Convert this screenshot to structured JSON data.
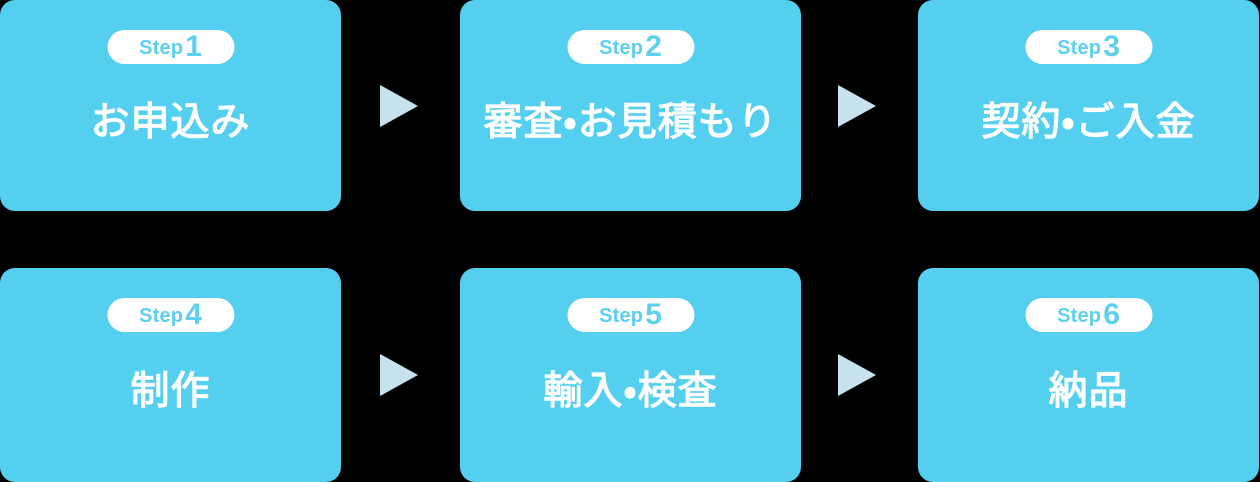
{
  "meta": {
    "background_color": "#000000",
    "card_color": "#55cfef",
    "badge_background": "#ffffff",
    "badge_text_color": "#5ecfef",
    "title_color": "#ffffff",
    "arrow_color": "#c5e2ee"
  },
  "flow": {
    "steps": [
      {
        "badge_word": "Step",
        "badge_number": "1",
        "title": "お申込み"
      },
      {
        "badge_word": "Step",
        "badge_number": "2",
        "title": "審査・お見積もり"
      },
      {
        "badge_word": "Step",
        "badge_number": "3",
        "title": "契約・ご入金"
      },
      {
        "badge_word": "Step",
        "badge_number": "4",
        "title": "制作"
      },
      {
        "badge_word": "Step",
        "badge_number": "5",
        "title": "輸入・検査"
      },
      {
        "badge_word": "Step",
        "badge_number": "6",
        "title": "納品"
      }
    ],
    "arrows": [
      {
        "name": "arrow-step1-to-step2",
        "direction": "right"
      },
      {
        "name": "arrow-step2-to-step3",
        "direction": "right"
      },
      {
        "name": "arrow-step4-to-step5",
        "direction": "right"
      },
      {
        "name": "arrow-step5-to-step6",
        "direction": "right"
      }
    ]
  }
}
